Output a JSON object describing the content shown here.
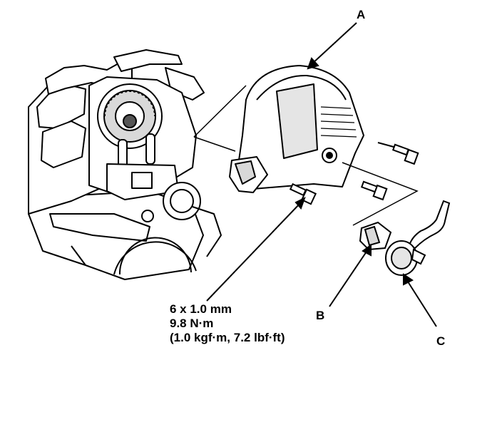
{
  "callouts": {
    "a": "A",
    "b": "B",
    "c": "C"
  },
  "torque_spec": {
    "bolt_size": "6 x 1.0 mm",
    "torque_nm": "9.8 N·m",
    "torque_alt": "(1.0 kgf·m, 7.2 lbf·ft)"
  },
  "colors": {
    "ink": "#000000",
    "paper": "#ffffff",
    "shade": "#d9d9d9"
  }
}
